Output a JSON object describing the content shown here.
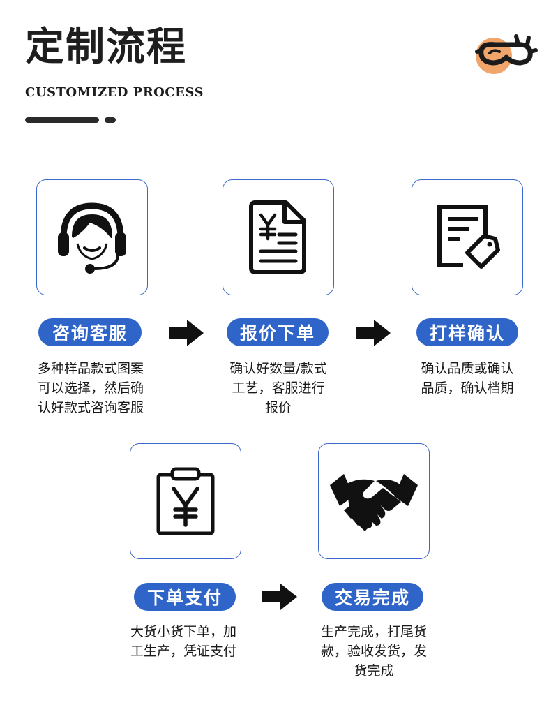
{
  "header": {
    "title": "定制流程",
    "subtitle": "CUSTOMIZED PROCESS"
  },
  "colors": {
    "accent_blue": "#2f64c8",
    "card_border": "#3b68c9",
    "logo_orange": "#f2a56b",
    "text_dark": "#1a1a1a"
  },
  "steps": [
    {
      "icon": "customer-service-headset-icon",
      "label": "咨询客服",
      "description": "多种样品款式图案\n可以选择，然后确\n认好款式咨询客服"
    },
    {
      "icon": "quote-document-yen-icon",
      "label": "报价下单",
      "description": "确认好数量/款式\n工艺，客服进行\n报价"
    },
    {
      "icon": "confirm-form-pen-icon",
      "label": "打样确认",
      "description": "确认品质或确认\n品质，确认档期"
    },
    {
      "icon": "payment-clipboard-yen-icon",
      "label": "下单支付",
      "description": "大货小货下单，加\n工生产，凭证支付"
    },
    {
      "icon": "handshake-icon",
      "label": "交易完成",
      "description": "生产完成，打尾货\n款，验收发货，发\n货完成"
    }
  ]
}
